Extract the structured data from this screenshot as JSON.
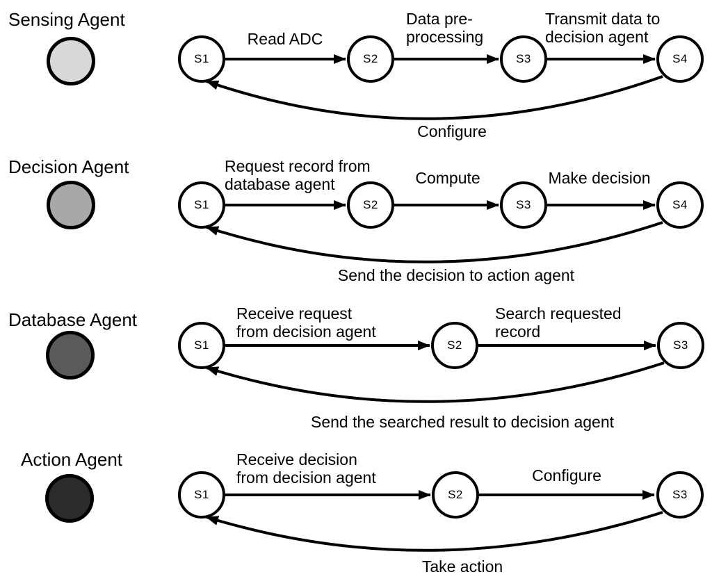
{
  "colors": {
    "ink": "#000000",
    "background": "#ffffff",
    "sensing_fill": "#d8d8d8",
    "decision_fill": "#a8a8a8",
    "database_fill": "#5a5a5a",
    "action_fill": "#2b2b2b"
  },
  "agents": [
    {
      "name": "Sensing Agent",
      "color": "#d8d8d8",
      "states": [
        "S1",
        "S2",
        "S3",
        "S4"
      ],
      "transitions": [
        "Read ADC",
        "Data pre-\nprocessing",
        "Transmit data to\ndecision agent"
      ],
      "return_transition": "Configure"
    },
    {
      "name": "Decision Agent",
      "color": "#a8a8a8",
      "states": [
        "S1",
        "S2",
        "S3",
        "S4"
      ],
      "transitions": [
        "Request record from\ndatabase agent",
        "Compute",
        "Make decision"
      ],
      "return_transition": "Send the decision to action agent"
    },
    {
      "name": "Database Agent",
      "color": "#5a5a5a",
      "states": [
        "S1",
        "S2",
        "S3"
      ],
      "transitions": [
        "Receive request\nfrom decision agent",
        "Search requested\nrecord"
      ],
      "return_transition": "Send the searched result to decision agent"
    },
    {
      "name": "Action Agent",
      "color": "#2b2b2b",
      "states": [
        "S1",
        "S2",
        "S3"
      ],
      "transitions": [
        "Receive decision\nfrom decision agent",
        "Configure"
      ],
      "return_transition": "Take action"
    }
  ]
}
